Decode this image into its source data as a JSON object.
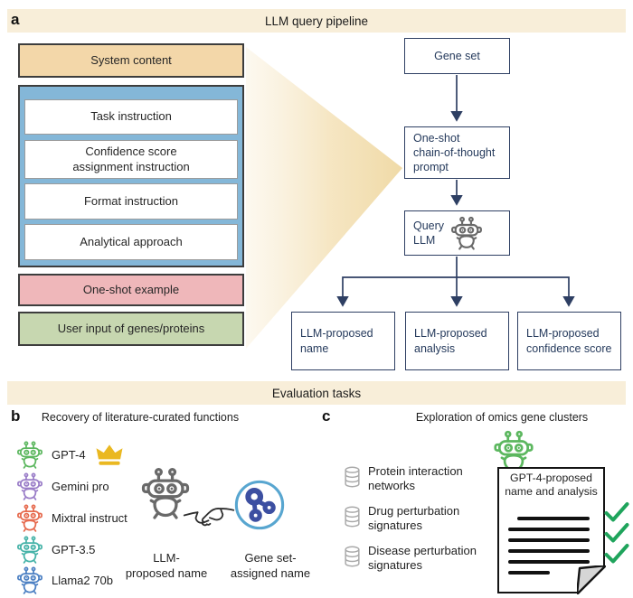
{
  "panels": {
    "a": {
      "letter": "a",
      "header": "LLM query pipeline",
      "system_content": "System content",
      "instructions": [
        "Task instruction",
        "Confidence score\nassignment instruction",
        "Format instruction",
        "Analytical approach"
      ],
      "one_shot_example": "One-shot example",
      "user_input": "User input of genes/proteins",
      "gene_set": "Gene set",
      "prompt": "One-shot\nchain-of-thought\nprompt",
      "query_llm": "Query\nLLM",
      "outputs": [
        "LLM-proposed\nname",
        "LLM-proposed\nanalysis",
        "LLM-proposed\nconfidence score"
      ]
    },
    "evaluation_header": "Evaluation tasks",
    "b": {
      "letter": "b",
      "title": "Recovery of literature-curated functions",
      "models": [
        {
          "name": "GPT-4",
          "color": "#5cb75f",
          "crowned": true
        },
        {
          "name": "Gemini pro",
          "color": "#9a7dc8",
          "crowned": false
        },
        {
          "name": "Mixtral instruct",
          "color": "#e66a4e",
          "crowned": false
        },
        {
          "name": "GPT-3.5",
          "color": "#46b3a8",
          "crowned": false
        },
        {
          "name": "Llama2 70b",
          "color": "#4c80c3",
          "crowned": false
        }
      ],
      "llm_label": "LLM-\nproposed name",
      "gene_label": "Gene set-\nassigned name"
    },
    "c": {
      "letter": "c",
      "title": "Exploration of omics gene clusters",
      "sources": [
        "Protein interaction\nnetworks",
        "Drug perturbation\nsignatures",
        "Disease perturbation\nsignatures"
      ],
      "document_title": "GPT-4-proposed\nname and analysis",
      "checkmark_count": 3
    }
  },
  "colors": {
    "header_bar": "#f8eed9",
    "system_bg": "#f3d7a9",
    "instruction_bg": "#84b7d8",
    "example_bg": "#efb7ba",
    "user_input_bg": "#c7d7b0",
    "flow_accent": "#2e3f63",
    "robot_gray": "#696969",
    "crown_gold": "#eab821",
    "checkmark_green": "#1fa45c",
    "database_gray": "#a9a9a9",
    "geneset_ring": "#58a6d0",
    "geneset_nodes": "#3c4fa1"
  }
}
